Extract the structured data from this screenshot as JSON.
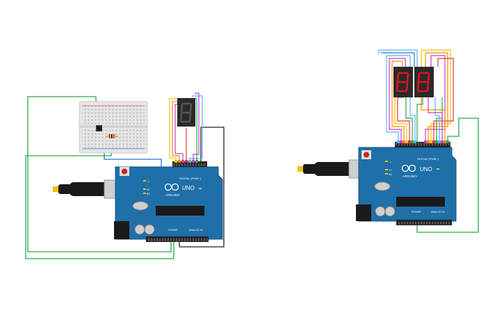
{
  "circuits": [
    {
      "id": "left",
      "board": {
        "logo_text": "ARDUINO",
        "model": "UNO",
        "digital_label": "DIGITAL (PWM~)",
        "power_label": "POWER",
        "analog_label": "ANALOG IN",
        "tx_label": "TX",
        "rx_label": "RX",
        "l_label": "L"
      },
      "display": {
        "digits": 1,
        "shown": "8",
        "lit": false
      }
    },
    {
      "id": "right",
      "board": {
        "logo_text": "ARDUINO",
        "model": "UNO",
        "digital_label": "DIGITAL (PWM~)",
        "power_label": "POWER",
        "analog_label": "ANALOG IN",
        "tx_label": "TX",
        "rx_label": "RX",
        "l_label": "L"
      },
      "display": {
        "digits": 2,
        "shown": "88",
        "lit": true
      }
    }
  ],
  "colors": {
    "board": "#1f6fa8",
    "board_dark": "#155686",
    "breadboard": "#e6e6e6",
    "wire_green": "#2aa84a",
    "wire_black": "#222222",
    "wire_blue": "#2277cc",
    "segment_red": "#e0121b",
    "display_body": "#2a2a2a",
    "usb_cable": "#1a1a1a"
  }
}
